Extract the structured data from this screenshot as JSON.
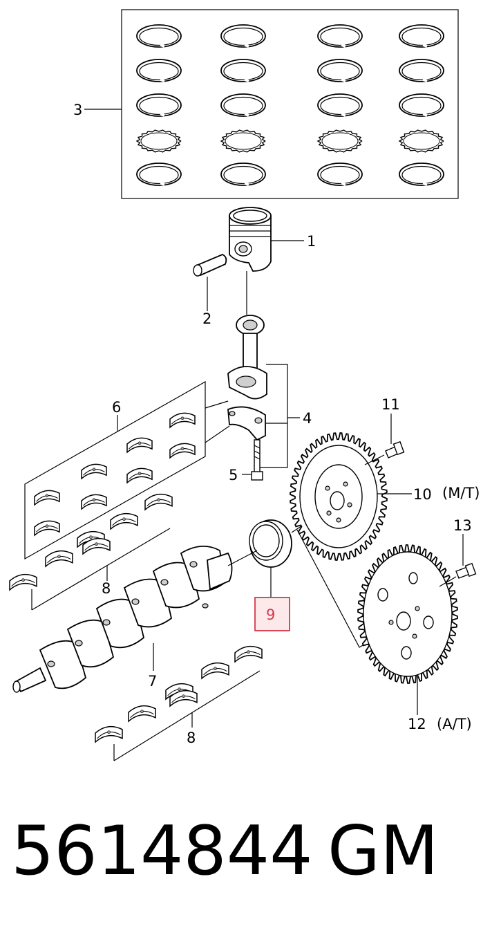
{
  "callouts": {
    "c1": "1",
    "c2": "2",
    "c3": "3",
    "c4": "4",
    "c5": "5",
    "c6": "6",
    "c7": "7",
    "c8a": "8",
    "c8b": "8",
    "c9": "9",
    "c10": "10",
    "c10_note": "(M/T)",
    "c11": "11",
    "c12": "12",
    "c12_note": "(A/T)",
    "c13": "13"
  },
  "part_number": "5614844",
  "brand": "GM",
  "colors": {
    "highlight": "#d6394c",
    "highlight_fill": "#fde9ea",
    "line": "#000000",
    "background": "#ffffff"
  }
}
